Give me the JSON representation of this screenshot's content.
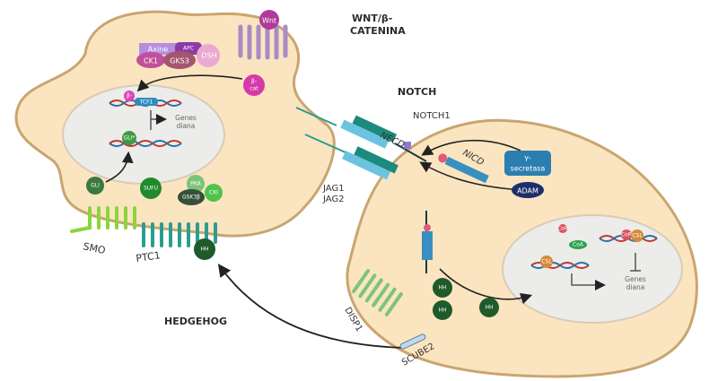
{
  "pathways": {
    "wnt": {
      "title_line1": "WNT/β-",
      "title_line2": "CATENINA"
    },
    "notch": {
      "title": "NOTCH"
    },
    "hedgehog": {
      "title": "HEDGEHOG"
    }
  },
  "wnt_cell": {
    "ligand": "Wnt",
    "complex": [
      "Axine",
      "APC",
      "CK1",
      "GKS3",
      "DSH"
    ],
    "beta_catenin": [
      "β-",
      "cat"
    ],
    "nucleus": {
      "beta_cat": "β-",
      "tcf": "TCF1",
      "gli_nuclear": "GLI*",
      "target_genes": [
        "Genes",
        "diana"
      ]
    }
  },
  "hedgehog_left": {
    "gli": "GLI",
    "sufu": "SUFU",
    "pka": "PKA",
    "gsk3b": "GSK3β",
    "cki": "CKI",
    "smo": "SMO",
    "ptc1": "PTC1",
    "hh": "HH"
  },
  "notch_labels": {
    "necd": "NECD",
    "notch1": "NOTCH1",
    "jag1": "JAG1",
    "jag2": "JAG2",
    "nicd": "NICD",
    "gamma_secretase": [
      "γ-",
      "secretasa"
    ],
    "adam": "ADAM"
  },
  "right_cell": {
    "nucleus": {
      "corepressor": "CoR",
      "coactivator": "CoA",
      "csl": "CSL",
      "target_genes": [
        "Genes",
        "diana"
      ]
    },
    "hh_ligands": [
      "HH",
      "HH",
      "HH"
    ],
    "disp1": "DISP1",
    "scube2": "SCUBE2"
  },
  "colors": {
    "cytoplasm": "#fbe5c0",
    "membrane": "#c9a570",
    "nucleus": "#ececea",
    "wnt_purple": "#b07cc6",
    "beta_cat_magenta": "#d63aa8",
    "hh_dark_green": "#1f5a2a",
    "gli_green": "#3f9a45",
    "smo_lime": "#8ad63a",
    "ptc_teal": "#2a9d8f",
    "notch_teal": "#1c8a7c",
    "secretase_blue": "#2b7fb0",
    "adam_navy": "#1d2f6b"
  }
}
